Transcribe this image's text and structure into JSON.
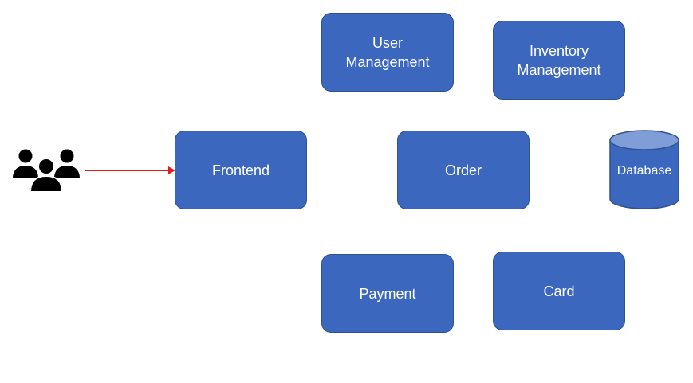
{
  "diagram": {
    "actor_icon": "users-group-icon",
    "colors": {
      "box_fill": "#3c67be",
      "box_border": "#2f528f",
      "arrow": "#e31b1b",
      "database_top": "#7f9ed8",
      "icon": "#000000"
    },
    "nodes": {
      "user_management": "User\nManagement",
      "inventory_management": "Inventory\nManagement",
      "frontend": "Frontend",
      "order": "Order",
      "database": "Database",
      "payment": "Payment",
      "card": "Card"
    }
  }
}
